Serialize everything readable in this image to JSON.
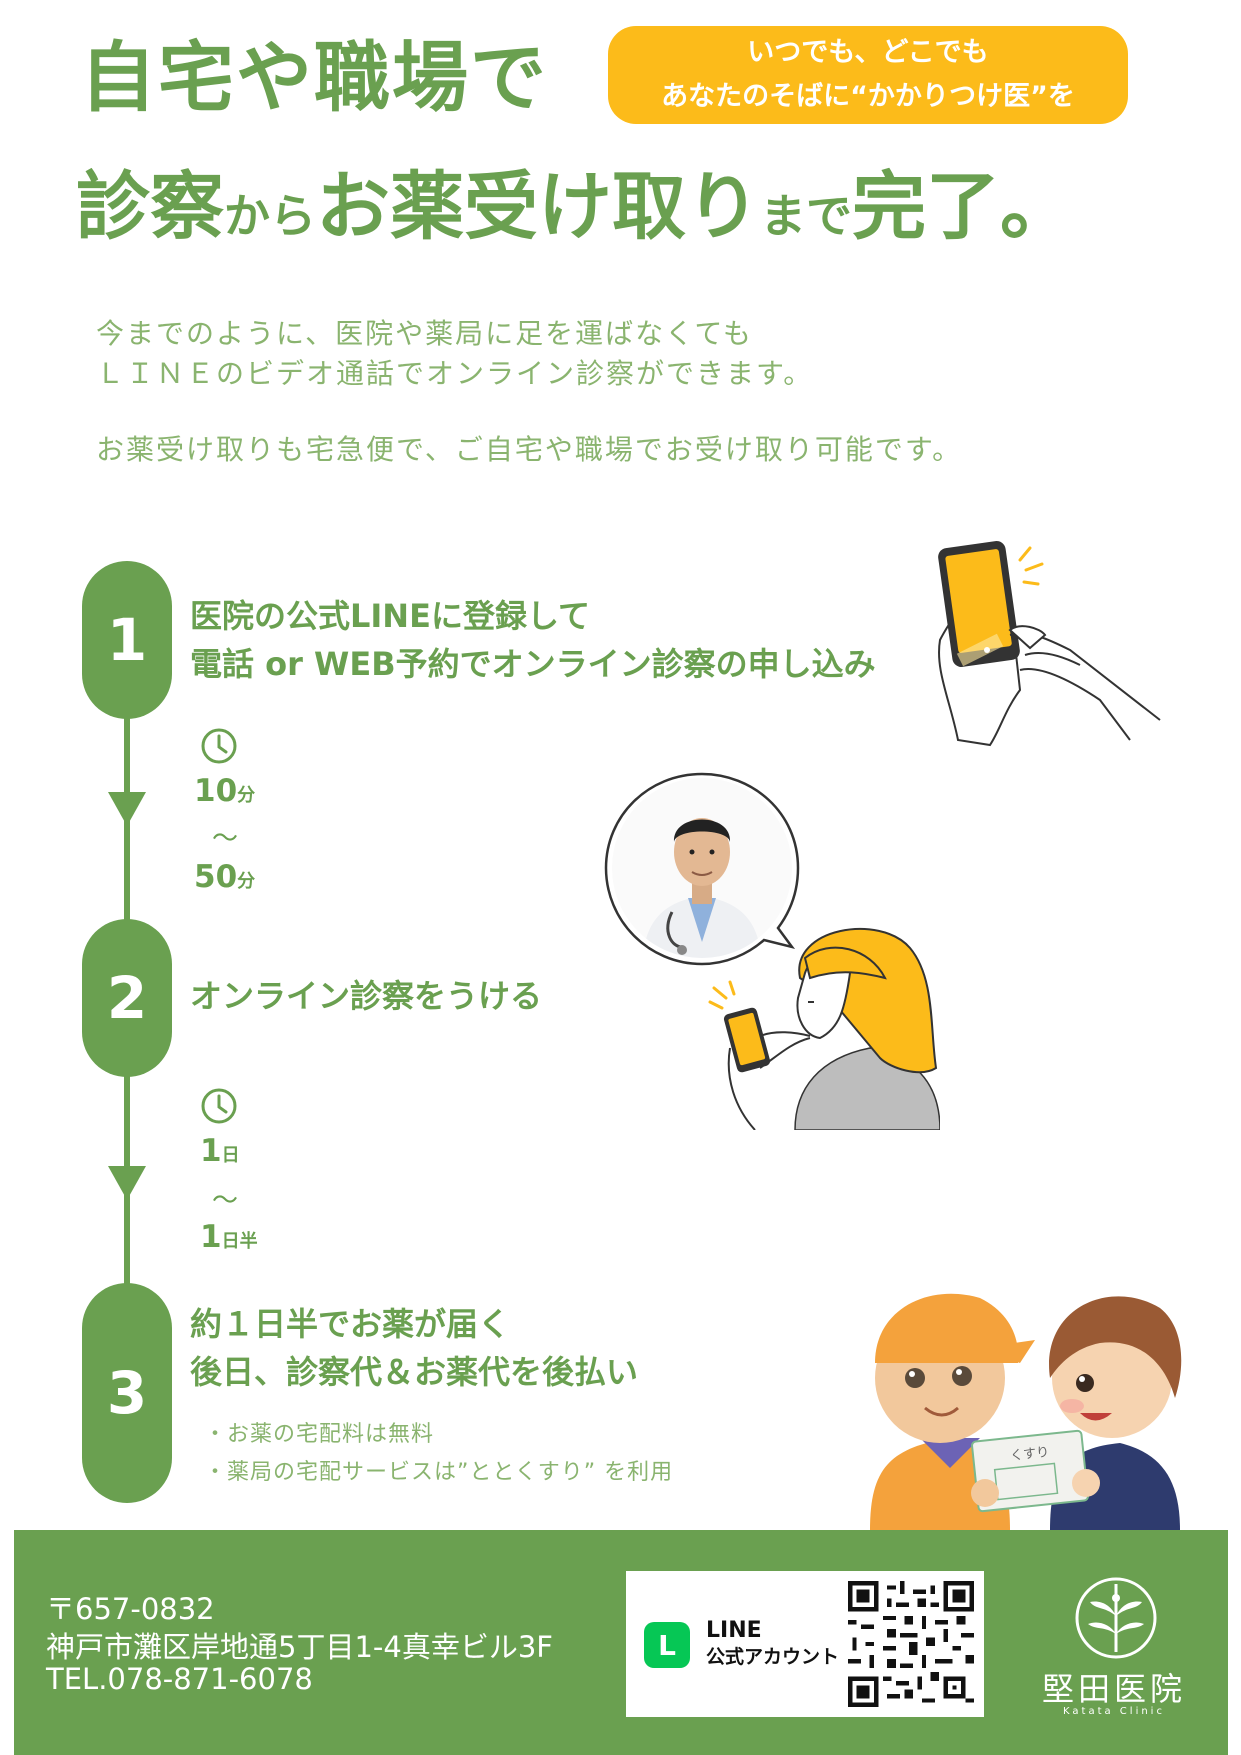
{
  "header": {
    "line1": "自宅や職場で",
    "line2_parts": [
      "診察",
      "から",
      "お薬受け取り",
      "まで",
      "完了。"
    ],
    "badge_line1": "いつでも、どこでも",
    "badge_line2": "あなたのそばに“かかりつけ医”を"
  },
  "intro": {
    "line1": "今までのように、医院や薬局に足を運ばなくても",
    "line2": "ＬＩＮＥのビデオ通話でオンライン診察ができます。",
    "line3": "お薬受け取りも宅急便で、ご自宅や職場でお受け取り可能です。"
  },
  "steps": [
    {
      "number": "1",
      "lines": [
        "医院の公式LINEに登録して",
        "電話 or WEB予約でオンライン診察の申し込み"
      ]
    },
    {
      "number": "2",
      "lines": [
        "オンライン診察をうける"
      ]
    },
    {
      "number": "3",
      "lines": [
        "約１日半でお薬が届く",
        "後日、診察代＆お薬代を後払い"
      ],
      "notes": [
        "・お薬の宅配料は無料",
        "・薬局の宅配サービスは”ととくすり” を利用"
      ]
    }
  ],
  "durations": [
    {
      "from_num": "10",
      "from_unit": "分",
      "sep": "〜",
      "to_num": "50",
      "to_unit": "分"
    },
    {
      "from_num": "1",
      "from_unit": "日",
      "sep": "〜",
      "to_num": "1",
      "to_unit": "日半"
    }
  ],
  "package_label": "くすり",
  "footer": {
    "postal": "〒657-0832",
    "address": "神戸市灘区岸地通5丁目1-4真幸ビル3F",
    "tel": "TEL.078-871-6078",
    "line_badge_letter": "L",
    "line_label1": "LINE",
    "line_label2": "公式アカウント",
    "clinic_name": "堅田医院",
    "clinic_name_en": "Katata Clinic"
  },
  "colors": {
    "brand_green": "#6aa050",
    "accent_yellow": "#fcbb1a",
    "line_green": "#06c755"
  }
}
